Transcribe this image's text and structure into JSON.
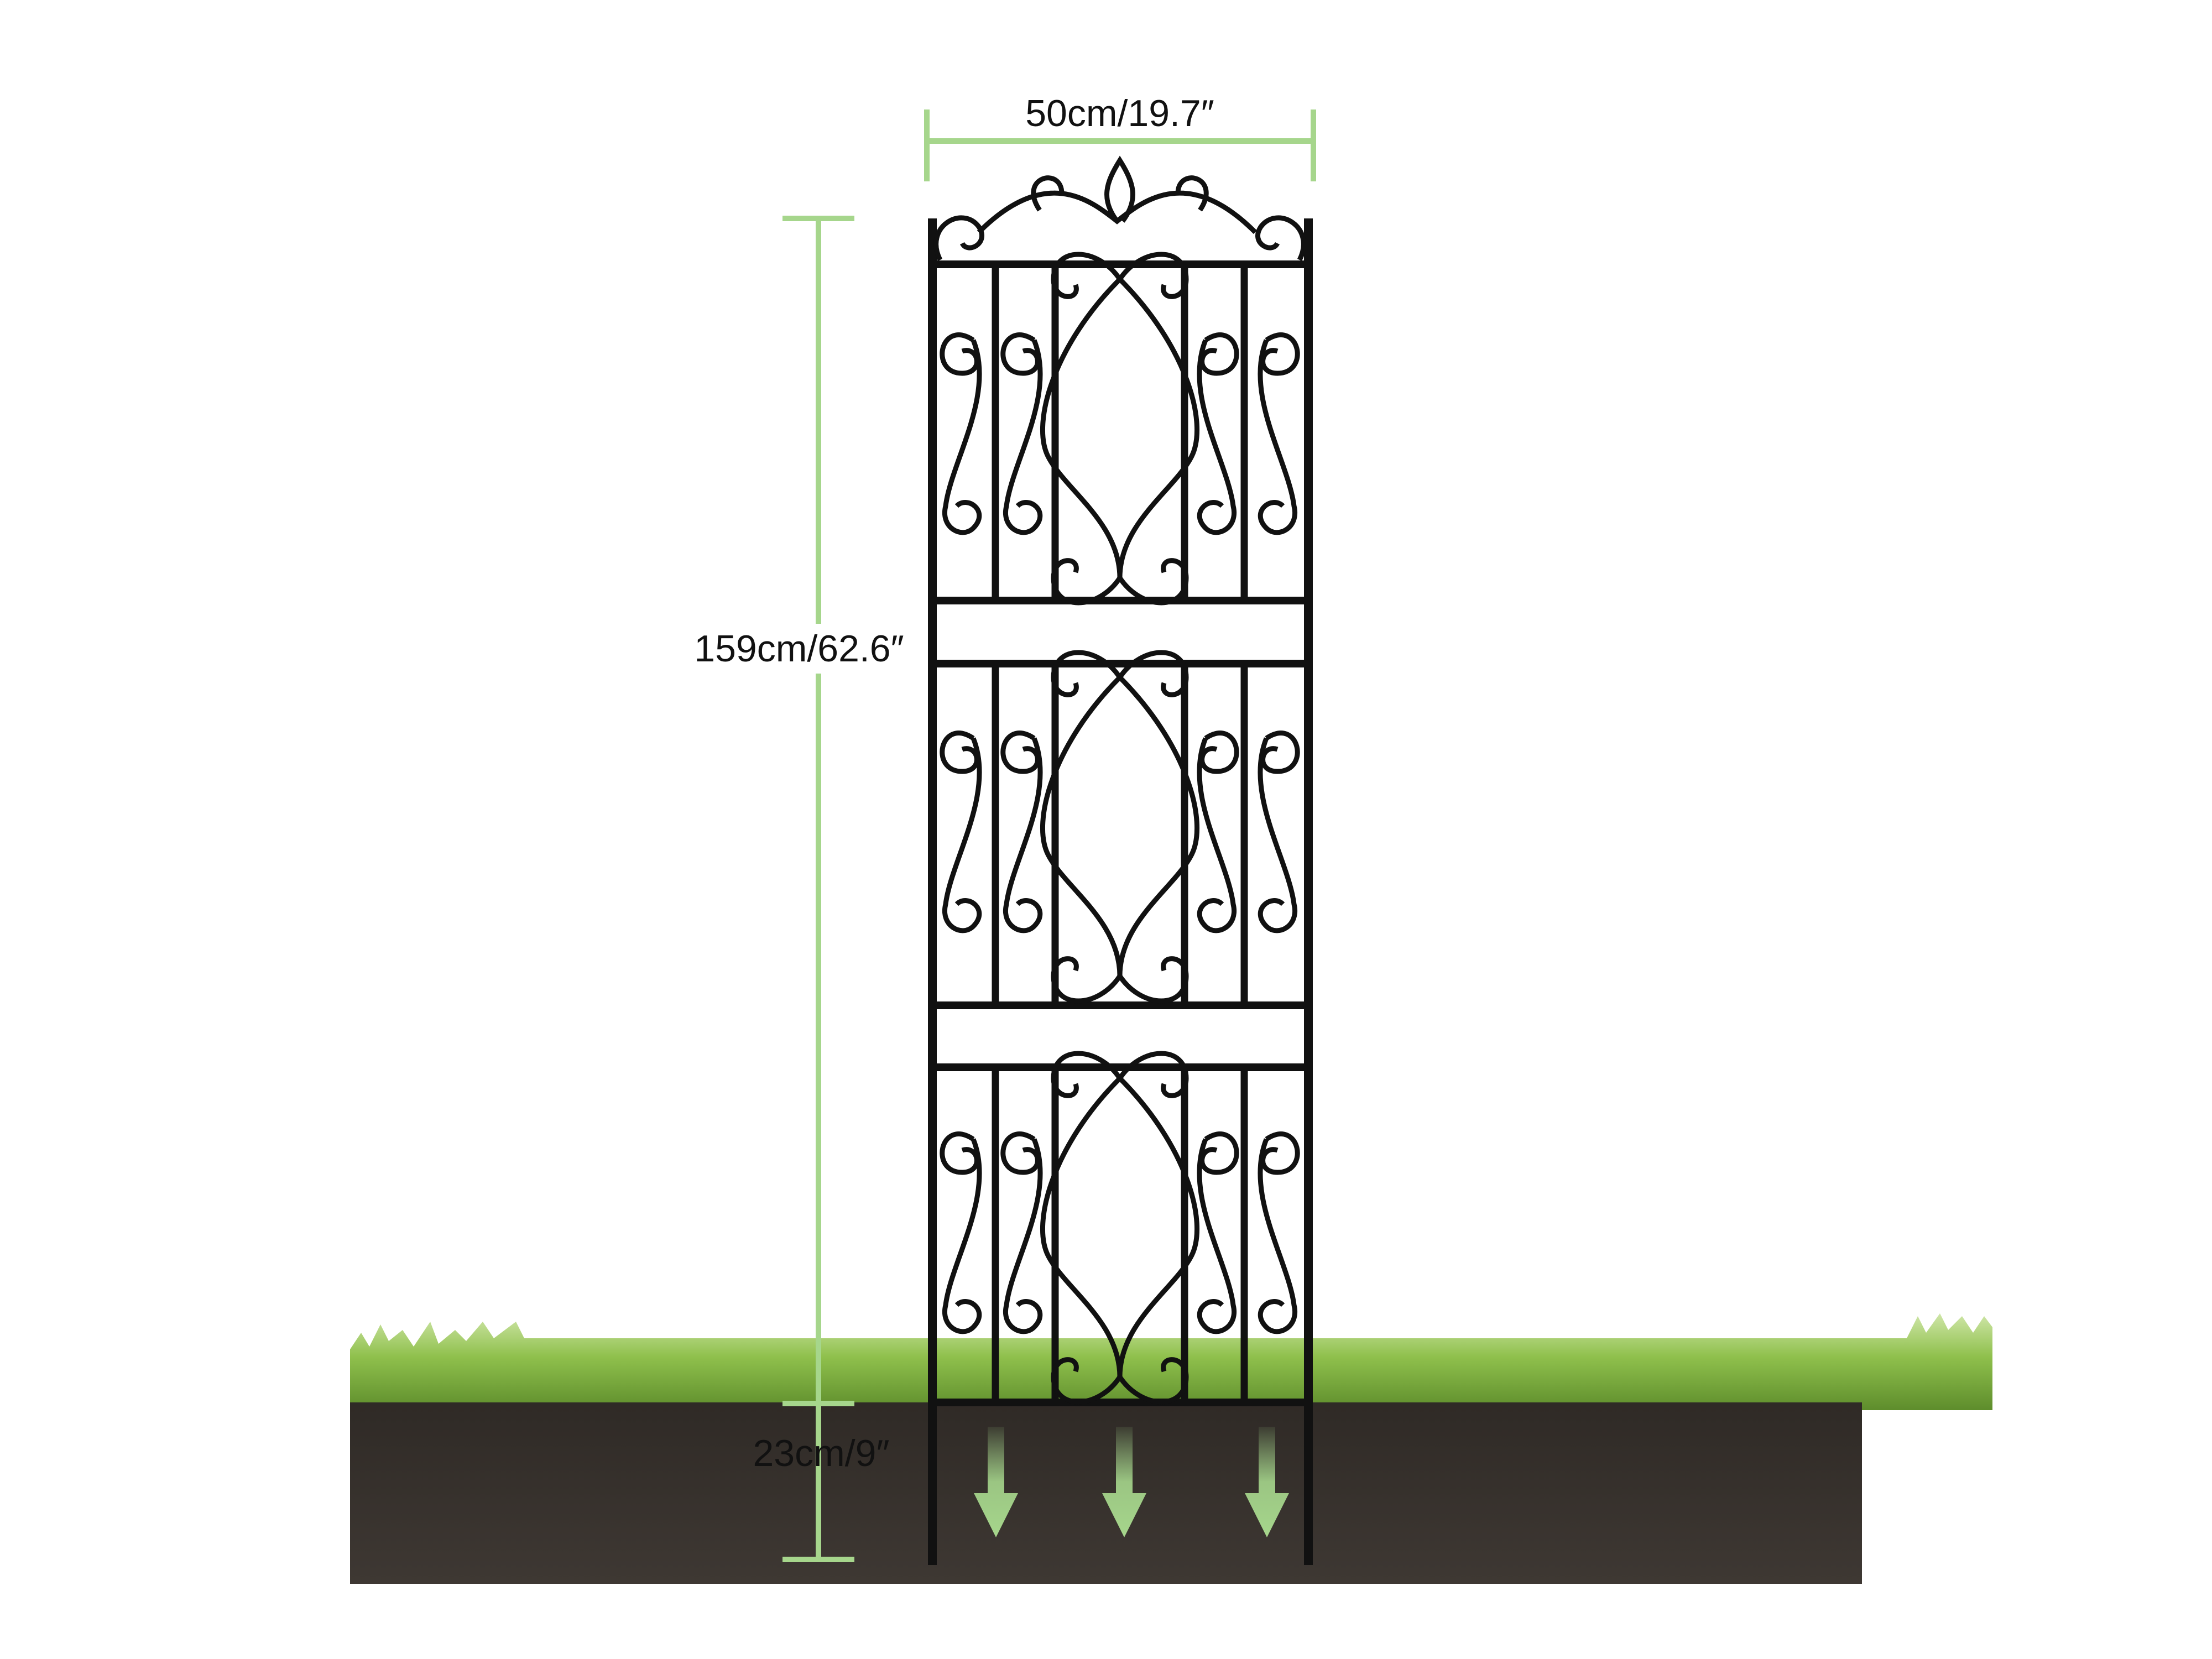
{
  "dimensions": {
    "width_label": "50cm/19.7″",
    "height_label": "159cm/62.6″",
    "depth_label": "23cm/9″"
  },
  "colors": {
    "dimension_line": "#a6d68c",
    "fence": "#111111",
    "grass": "#7fb341",
    "soil": "#3b3530"
  }
}
